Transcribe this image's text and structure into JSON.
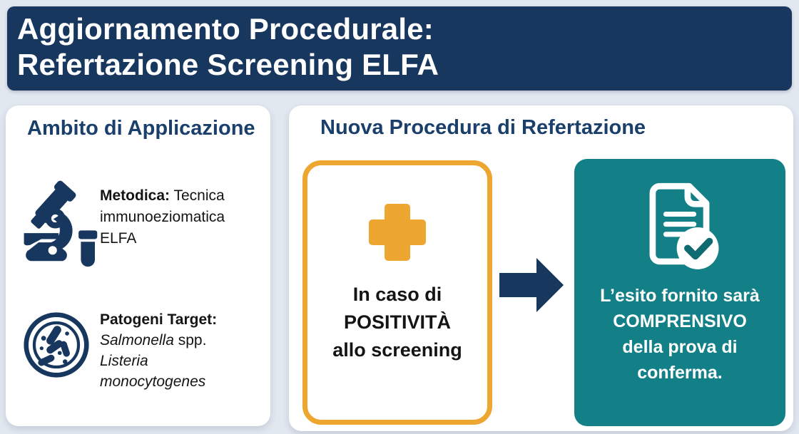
{
  "colors": {
    "navy": "#17375e",
    "title-navy": "#1a3f6b",
    "orange": "#eda62f",
    "teal": "#128086",
    "teal-dark": "#0e6b70",
    "bg": "#e2e8f0"
  },
  "header": {
    "title_line1": "Aggiornamento Procedurale:",
    "title_line2": "Refertazione Screening ELFA"
  },
  "scope_panel": {
    "title": "Ambito di Applicazione",
    "method": {
      "icon": "microscope-icon",
      "label": "Metodica:",
      "text": " Tecnica immunoeziomatica ELFA"
    },
    "pathogens": {
      "icon": "petri-dish-icon",
      "label": "Patogeni Target:",
      "genus_italic": "Salmonella",
      "genus_suffix": " spp.",
      "species_italic": "Listeria monocytogenes"
    }
  },
  "procedure_panel": {
    "title": "Nuova Procedura di Refertazione",
    "condition_box": {
      "icon": "plus-icon",
      "line1": "In caso di",
      "line2": "POSITIVITÀ",
      "line3": "allo screening"
    },
    "arrow_icon": "arrow-right-icon",
    "result_box": {
      "icon": "document-check-icon",
      "line1": "L’esito fornito sarà",
      "line2": "COMPRENSIVO",
      "line3": "della prova di",
      "line4": "conferma."
    }
  }
}
